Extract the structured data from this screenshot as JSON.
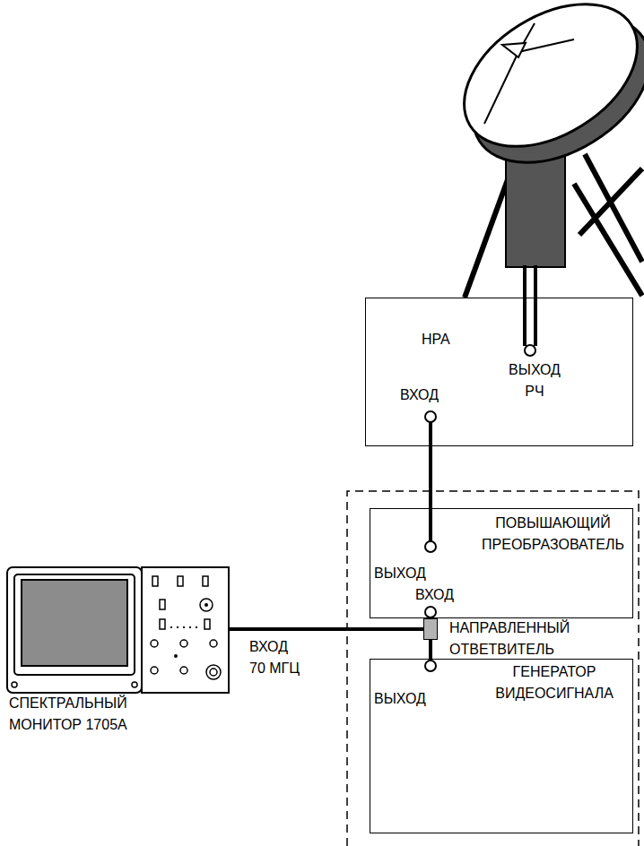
{
  "diagram": {
    "nodes": [
      {
        "text": [
          "HPA",
          "ВЫХОД РЧ",
          "ВХОД"
        ]
      },
      {
        "text": [
          "ПОВЫШАЮЩИЙ ПРЕОБРАЗОВАТЕЛЬ",
          "ВЫХОД",
          "ВХОД"
        ]
      },
      {
        "text": [
          "НАПРАВЛЕННЫЙ ОТВЕТВИТЕЛЬ"
        ]
      },
      {
        "text": [
          "ГЕНЕРАТОР ВИДЕОСИГНАЛА",
          "ВЫХОД"
        ]
      },
      {
        "text": [
          "СПЕКТРАЛЬНЫЙ МОНИТОР 1705A"
        ]
      }
    ],
    "edges": [
      {
        "from": 1,
        "to": 0,
        "arrow": "none"
      },
      {
        "from": 3,
        "to": 2,
        "arrow": "none"
      },
      {
        "from": 2,
        "to": 1,
        "arrow": "none"
      },
      {
        "from": 2,
        "to": 4,
        "label": "ВХОД 70 МГЦ",
        "arrow": "none"
      }
    ]
  }
}
